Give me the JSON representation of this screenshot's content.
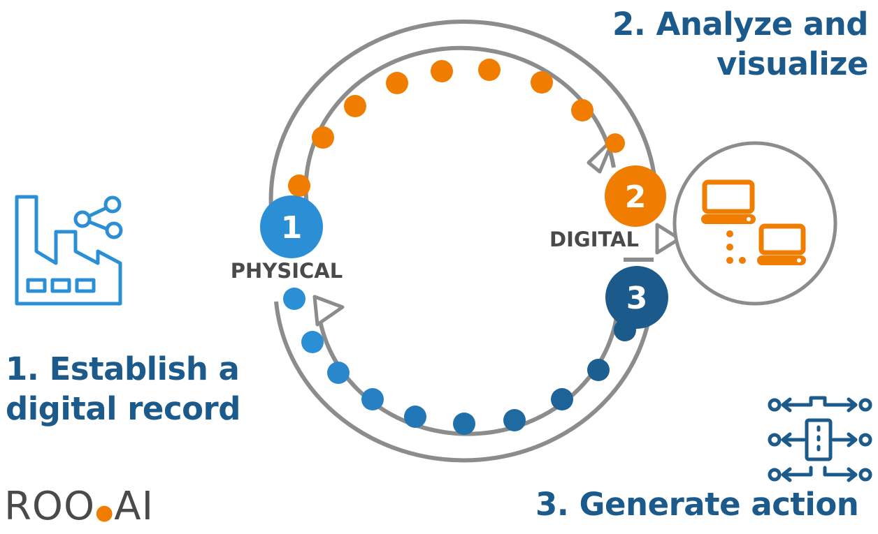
{
  "steps": [
    {
      "number": "1",
      "label": "PHYSICAL",
      "heading_line1": "1. Establish a",
      "heading_line2": "digital record"
    },
    {
      "number": "2",
      "label": "DIGITAL",
      "heading_line1": "2. Analyze and",
      "heading_line2": "visualize"
    },
    {
      "number": "3",
      "heading": "3. Generate action"
    }
  ],
  "logo": {
    "left": "ROO",
    "right": "AI"
  },
  "colors": {
    "heading": "#1b5a8a",
    "orange": "#f07c00",
    "blue_light": "#2b8fd6",
    "blue_dark": "#1b5a8a",
    "ring": "#8c8c8c",
    "label": "#4a4a4a"
  },
  "icons": {
    "factory": "factory-network-icon",
    "computers": "networked-computers-icon",
    "action": "action-flow-icon"
  }
}
